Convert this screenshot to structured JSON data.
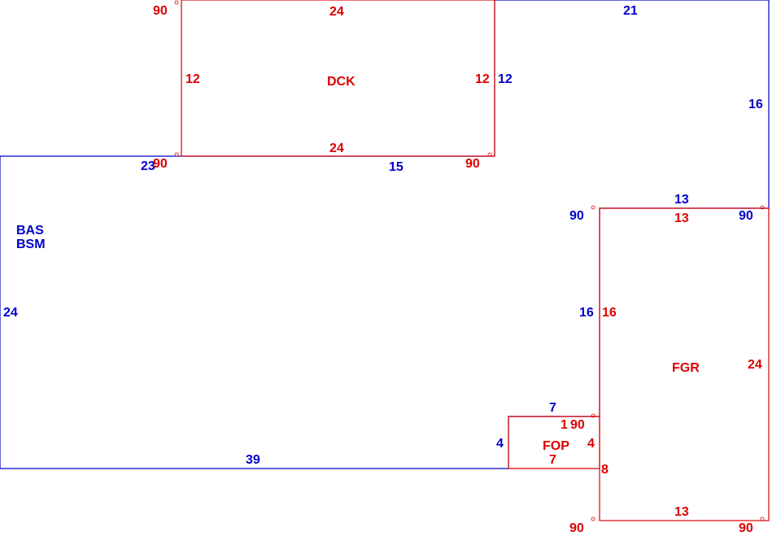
{
  "colors": {
    "main": "#0000cc",
    "addition": "#dd0000"
  },
  "areas": {
    "bas": "BAS",
    "bsm": "BSM",
    "dck": "DCK",
    "fgr": "FGR",
    "fop": "FOP"
  },
  "dims": {
    "main_top": "21",
    "main_right": "16",
    "main_right_upper": "12",
    "main_step_a": "23",
    "main_step_b": "15",
    "main_left": "24",
    "main_bottom": "39",
    "main_step_c": "13",
    "main_step_d": "16",
    "main_step_e": "7",
    "main_step_f": "4",
    "dck_top": "24",
    "dck_left": "12",
    "dck_right": "12",
    "dck_bottom": "24",
    "fgr_top": "13",
    "fgr_left": "16",
    "fgr_right": "24",
    "fgr_bottom": "13",
    "fgr_step": "8",
    "fop_right": "4",
    "fop_bottom": "7",
    "fop_top": "1"
  },
  "angles": {
    "dck_tl": "90",
    "dck_bl": "90",
    "dck_br": "90",
    "fgr_tl": "90",
    "fgr_tr": "90",
    "fgr_bl": "90",
    "fgr_br": "90",
    "fop_tr": "90"
  }
}
